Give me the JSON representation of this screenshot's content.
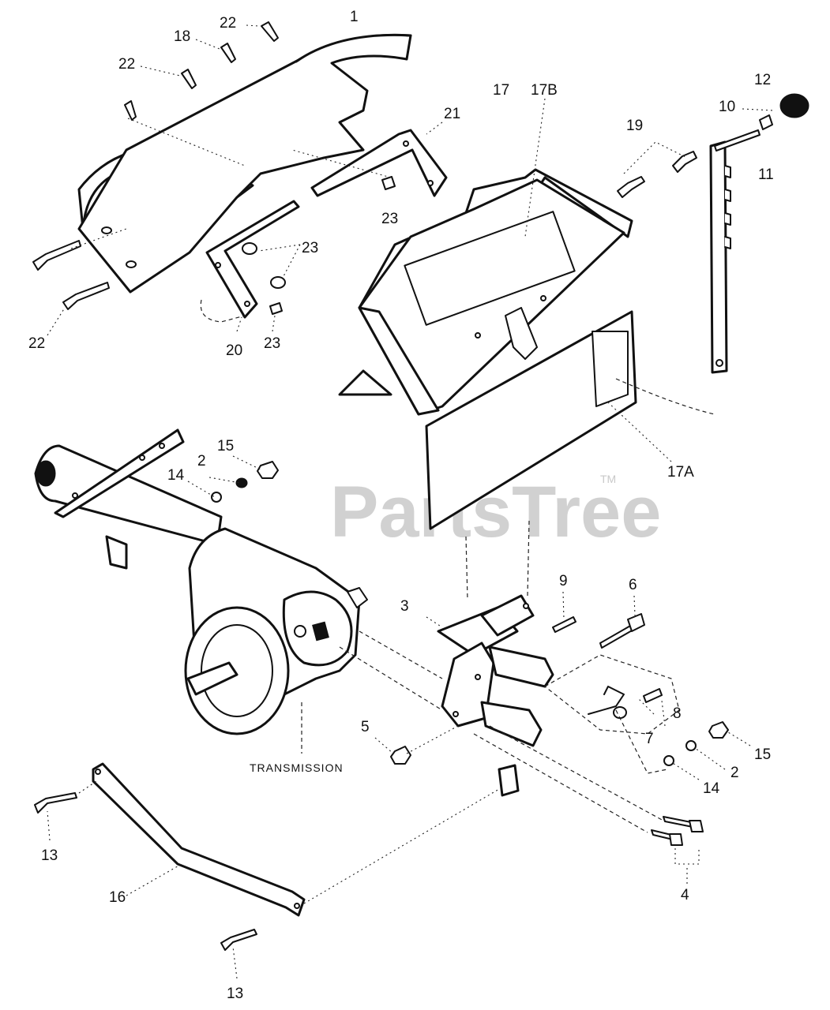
{
  "watermark": {
    "text": "PartsTree",
    "trademark": "TM"
  },
  "callouts": {
    "c1": "1",
    "c2": "2",
    "c3": "3",
    "c4": "4",
    "c5": "5",
    "c6": "6",
    "c7": "7",
    "c8": "8",
    "c9": "9",
    "c10": "10",
    "c11": "11",
    "c12": "12",
    "c13": "13",
    "c14": "14",
    "c15": "15",
    "c16": "16",
    "c17": "17",
    "c17A": "17A",
    "c17B": "17B",
    "c18": "18",
    "c19": "19",
    "c20": "20",
    "c21": "21",
    "c22": "22",
    "c23": "23"
  },
  "component_labels": {
    "transmission": "TRANSMISSION"
  },
  "colors": {
    "line": "#111111",
    "watermark": "#c9c9c9",
    "background": "#ffffff"
  }
}
